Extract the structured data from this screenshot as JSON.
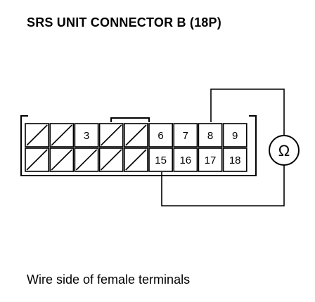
{
  "title": "SRS UNIT CONNECTOR B (18P)",
  "caption": "Wire side of female terminals",
  "meter": {
    "symbol": "Ω",
    "icon": "ohmmeter-icon"
  },
  "connector": {
    "top_row": [
      {
        "label": "",
        "hatched": true
      },
      {
        "label": "",
        "hatched": true
      },
      {
        "label": "3",
        "hatched": false
      },
      {
        "label": "",
        "hatched": true
      },
      {
        "label": "",
        "hatched": true
      },
      {
        "label": "6",
        "hatched": false
      },
      {
        "label": "7",
        "hatched": false
      },
      {
        "label": "8",
        "hatched": false
      },
      {
        "label": "9",
        "hatched": false
      }
    ],
    "bottom_row": [
      {
        "label": "",
        "hatched": true
      },
      {
        "label": "",
        "hatched": true
      },
      {
        "label": "",
        "hatched": true
      },
      {
        "label": "",
        "hatched": true
      },
      {
        "label": "",
        "hatched": true
      },
      {
        "label": "15",
        "hatched": false
      },
      {
        "label": "16",
        "hatched": false
      },
      {
        "label": "17",
        "hatched": false
      },
      {
        "label": "18",
        "hatched": false
      }
    ]
  }
}
